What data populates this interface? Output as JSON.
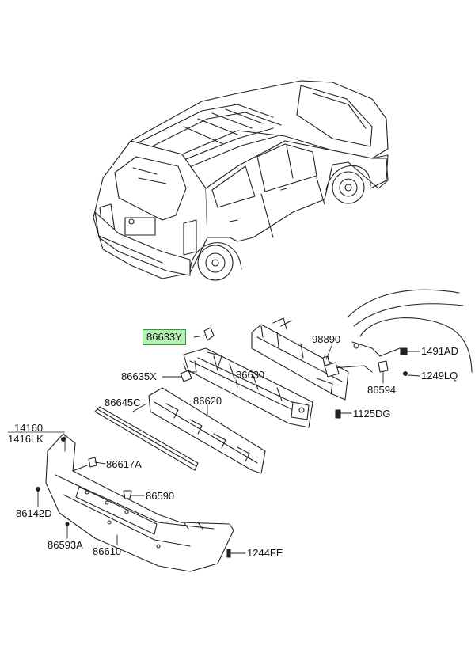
{
  "diagram": {
    "highlight_color": "#b7f0b4",
    "highlight_border": "#2f9a35",
    "line_color": "#222222",
    "callouts": {
      "c86633Y": "86633Y",
      "c98890": "98890",
      "c1491AD": "1491AD",
      "c86635X": "86635X",
      "c86630": "86630",
      "c1249LQ": "1249LQ",
      "c86594": "86594",
      "c86645C": "86645C",
      "c86620": "86620",
      "c1125DG": "1125DG",
      "c14160": "14160",
      "c1416LK": "1416LK",
      "c86617A": "86617A",
      "c86590": "86590",
      "c86142D": "86142D",
      "c86593A": "86593A",
      "c86610": "86610",
      "c1244FE": "1244FE"
    }
  }
}
